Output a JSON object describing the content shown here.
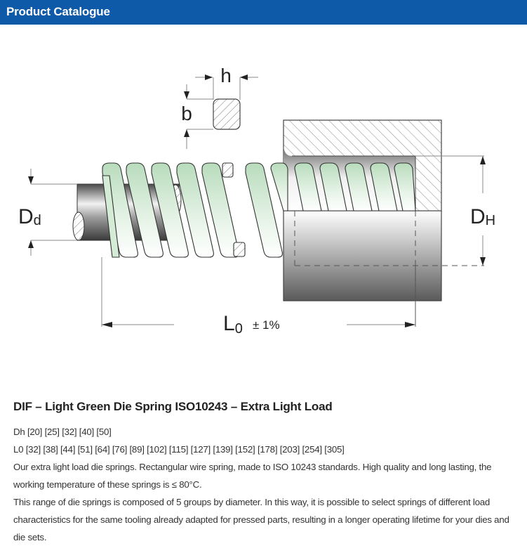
{
  "header": {
    "title": "Product Catalogue",
    "background_color": "#0f5aa8"
  },
  "diagram": {
    "labels": {
      "wire_height": "h",
      "wire_width": "b",
      "rod_diameter_main": "D",
      "rod_diameter_sub": "d",
      "hole_diameter_main": "D",
      "hole_diameter_sub": "H",
      "free_length_main": "L",
      "free_length_sub": "0",
      "free_length_tolerance": "± 1%"
    },
    "spring_color": "#cfe8d2"
  },
  "product": {
    "title": "DIF – Light Green Die Spring ISO10243 – Extra Light Load",
    "dh_line": "Dh [20] [25] [32] [40] [50]",
    "l0_line": "L0 [32] [38] [44] [51] [64] [76] [89] [102] [115] [127] [139] [152] [178] [203] [254] [305]",
    "description_1": "Our extra light load die springs. Rectangular wire spring, made to ISO 10243 standards. High quality and long lasting, the working temperature of these springs is ≤ 80°C.",
    "description_2": "This range of die springs is composed of 5 groups by diameter. In this way, it is possible to select springs of different load characteristics for the same tooling already adapted for pressed parts, resulting in a longer operating lifetime for your dies and die sets."
  }
}
